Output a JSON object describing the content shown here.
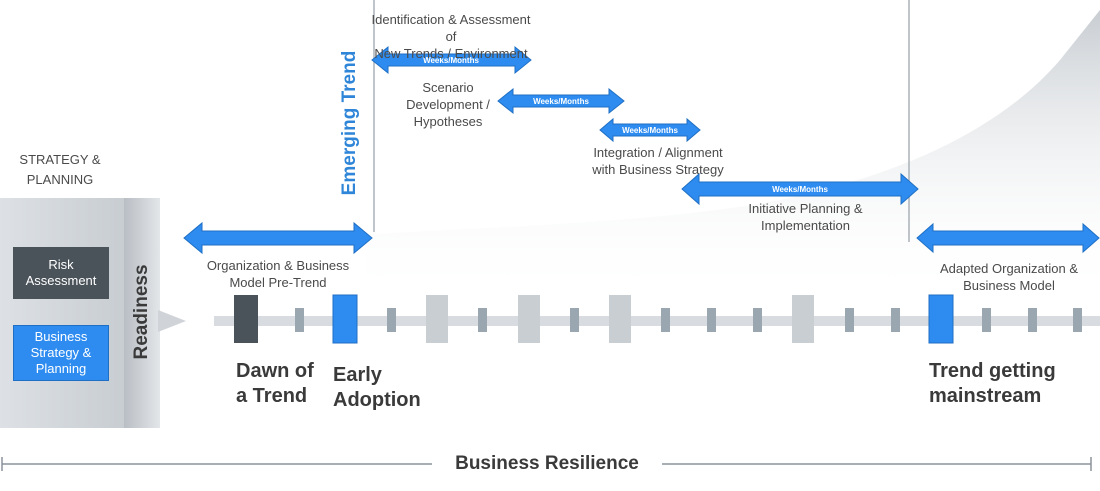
{
  "strategy_title": "STRATEGY &\nPLANNING",
  "risk_box": "Risk\nAssessment",
  "business_box": "Business\nStrategy &\nPlanning",
  "readiness": "Readiness",
  "emerging_trend": "Emerging Trend",
  "arrow_label": "Weeks/Months",
  "phases": {
    "identification": "Identification & Assessment of\nNew Trends / Environment",
    "scenario": "Scenario\nDevelopment /\nHypotheses",
    "integration": "Integration / Alignment\nwith Business Strategy",
    "initiative": "Initiative Planning &\nImplementation",
    "pre_trend": "Organization & Business\nModel Pre-Trend",
    "adapted": "Adapted Organization &\nBusiness Model"
  },
  "milestones": {
    "dawn": "Dawn of\na Trend",
    "early": "Early\nAdoption",
    "mainstream": "Trend getting\nmainstream"
  },
  "footer": "Business Resilience",
  "colors": {
    "blue": "#2e8cf0",
    "dark": "#4a525a",
    "grey": "#c9ced3",
    "accent_text": "#2f86d8"
  }
}
